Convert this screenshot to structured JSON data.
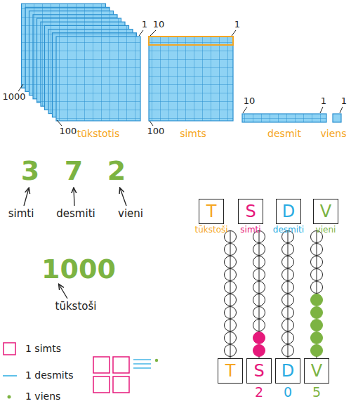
{
  "diagram": {
    "nodes": [
      {
        "text": [
          "T",
          "tūkstoši"
        ]
      },
      {
        "text": [
          "S",
          "simti"
        ]
      },
      {
        "text": [
          "D",
          "desmiti"
        ]
      },
      {
        "text": [
          "V",
          "vieni"
        ]
      },
      {
        "text": [
          "T"
        ]
      },
      {
        "text": [
          "S",
          "2"
        ]
      },
      {
        "text": [
          "D",
          "0"
        ]
      },
      {
        "text": [
          "V",
          "5"
        ]
      }
    ],
    "labels": [
      "1000",
      "100",
      "1",
      "tūkstotis",
      "10",
      "1",
      "100",
      "simts",
      "10",
      "1",
      "desmit",
      "1",
      "viens",
      "3",
      "7",
      "2",
      "simti",
      "desmiti",
      "vieni",
      "1000",
      "tūkstoši"
    ],
    "legend": [
      {
        "text": "1 simts"
      },
      {
        "text": "1 desmits"
      },
      {
        "text": "1 viens"
      }
    ]
  }
}
